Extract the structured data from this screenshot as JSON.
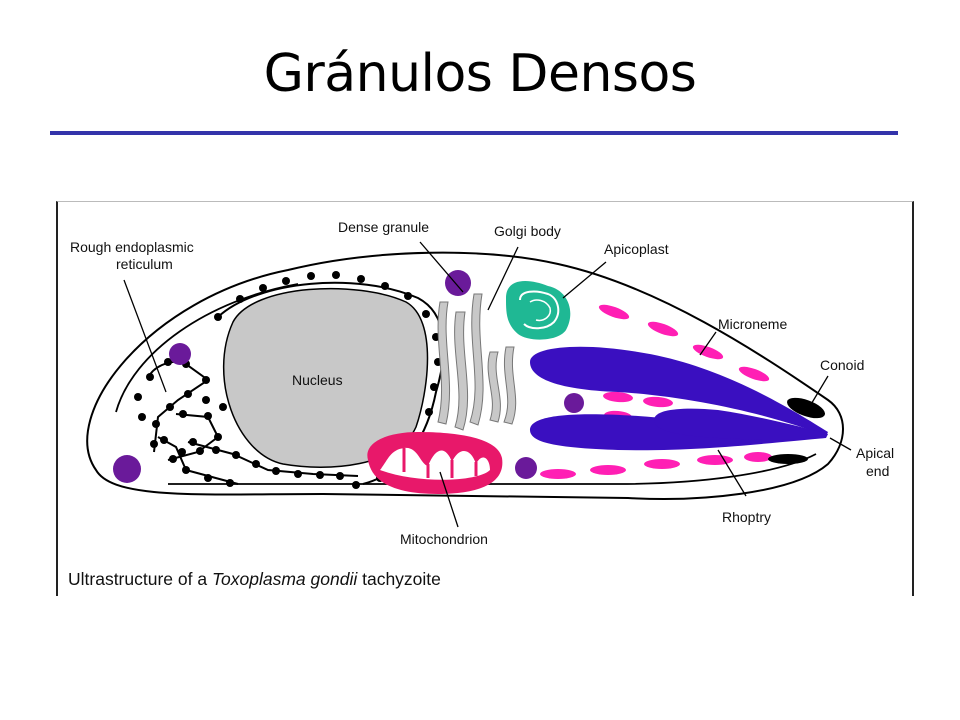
{
  "slide": {
    "title": "Gránulos Densos",
    "rule_color": "#3333aa"
  },
  "figure": {
    "caption": {
      "prefix": "Ultrastructure of a ",
      "species": "Toxoplasma gondii",
      "suffix": " tachyzoite"
    },
    "labels": {
      "rer_line1": "Rough endoplasmic",
      "rer_line2": "reticulum",
      "dense_granule": "Dense granule",
      "golgi_body": "Golgi body",
      "apicoplast": "Apicoplast",
      "microneme": "Microneme",
      "conoid": "Conoid",
      "apical_line1": "Apical",
      "apical_line2": "end",
      "nucleus": "Nucleus",
      "mitochondrion": "Mitochondrion",
      "rhoptry": "Rhoptry"
    },
    "colors": {
      "dense_granule": "#6a1a9a",
      "golgi": "#c8c8c8",
      "nucleus": "#c8c8c8",
      "apicoplast": "#1fb894",
      "microneme": "#ff1fb4",
      "rhoptry": "#3a0fc0",
      "mitochondrion": "#e8186a",
      "conoid": "#000000"
    }
  }
}
